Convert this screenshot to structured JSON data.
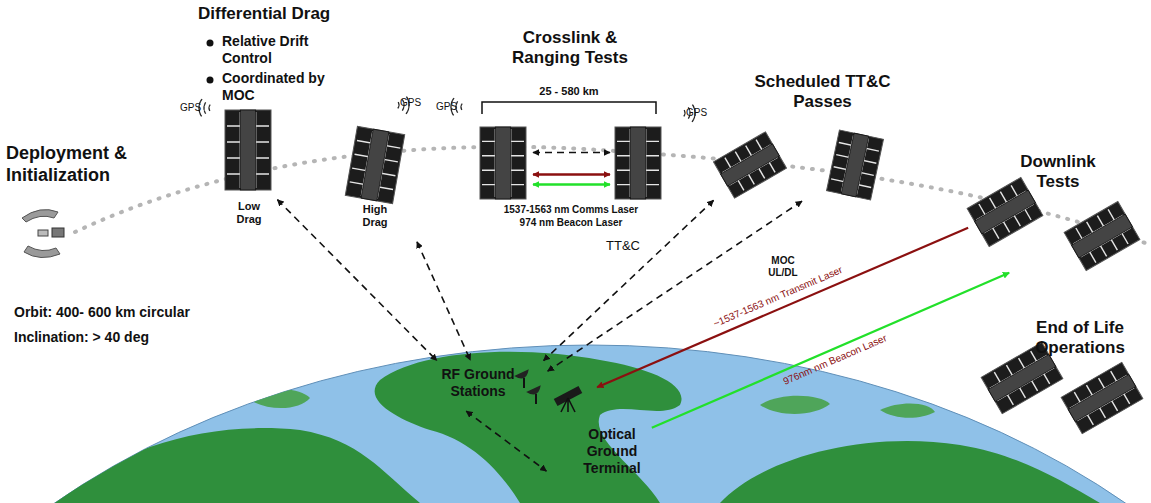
{
  "diagram": {
    "nodes": [
      {
        "text": [
          "GPS",
          "Low Drag"
        ]
      },
      {
        "text": [
          "GPS",
          "High Drag"
        ]
      },
      {
        "text": [
          "GPS"
        ]
      },
      {
        "text": [
          "GPS"
        ]
      },
      {
        "text": [
          "Scheduled TT&C Passes"
        ]
      },
      {
        "text": [
          "Downlink Tests"
        ]
      },
      {
        "text": [
          "RF Ground Stations"
        ]
      },
      {
        "text": [
          "Optical Ground Terminal"
        ]
      }
    ],
    "edges": [
      {
        "from": 0,
        "to": 6,
        "arrow": "both"
      },
      {
        "from": 1,
        "to": 6,
        "arrow": "both"
      },
      {
        "from": 2,
        "to": 3,
        "arrow": "both"
      },
      {
        "from": 2,
        "to": 3,
        "arrow": "both",
        "label": "1537-1563 nm Comms Laser"
      },
      {
        "from": 2,
        "to": 3,
        "arrow": "both",
        "label": "974 nm Beacon Laser"
      },
      {
        "from": 4,
        "to": 6,
        "arrow": "both",
        "label": "TT&C"
      },
      {
        "from": 4,
        "to": 6,
        "arrow": "both",
        "label": "MOC UL/DL"
      },
      {
        "from": 6,
        "to": 7,
        "arrow": "both"
      },
      {
        "from": 5,
        "to": 7,
        "arrow": "to",
        "label": "~1537-1563 nm Transmit Laser"
      },
      {
        "from": 7,
        "to": 5,
        "arrow": "to",
        "label": "976nm nm Beacon Laser"
      }
    ],
    "labels": [
      "Differential Drag",
      "Relative Drift Control",
      "Coordinated by MOC",
      "Crosslink & Ranging Tests",
      "25 - 580 km",
      "Deployment & Initialization",
      "Orbit: 400- 600 km circular",
      "Inclination: > 40 deg",
      "End of Life Operations"
    ]
  }
}
